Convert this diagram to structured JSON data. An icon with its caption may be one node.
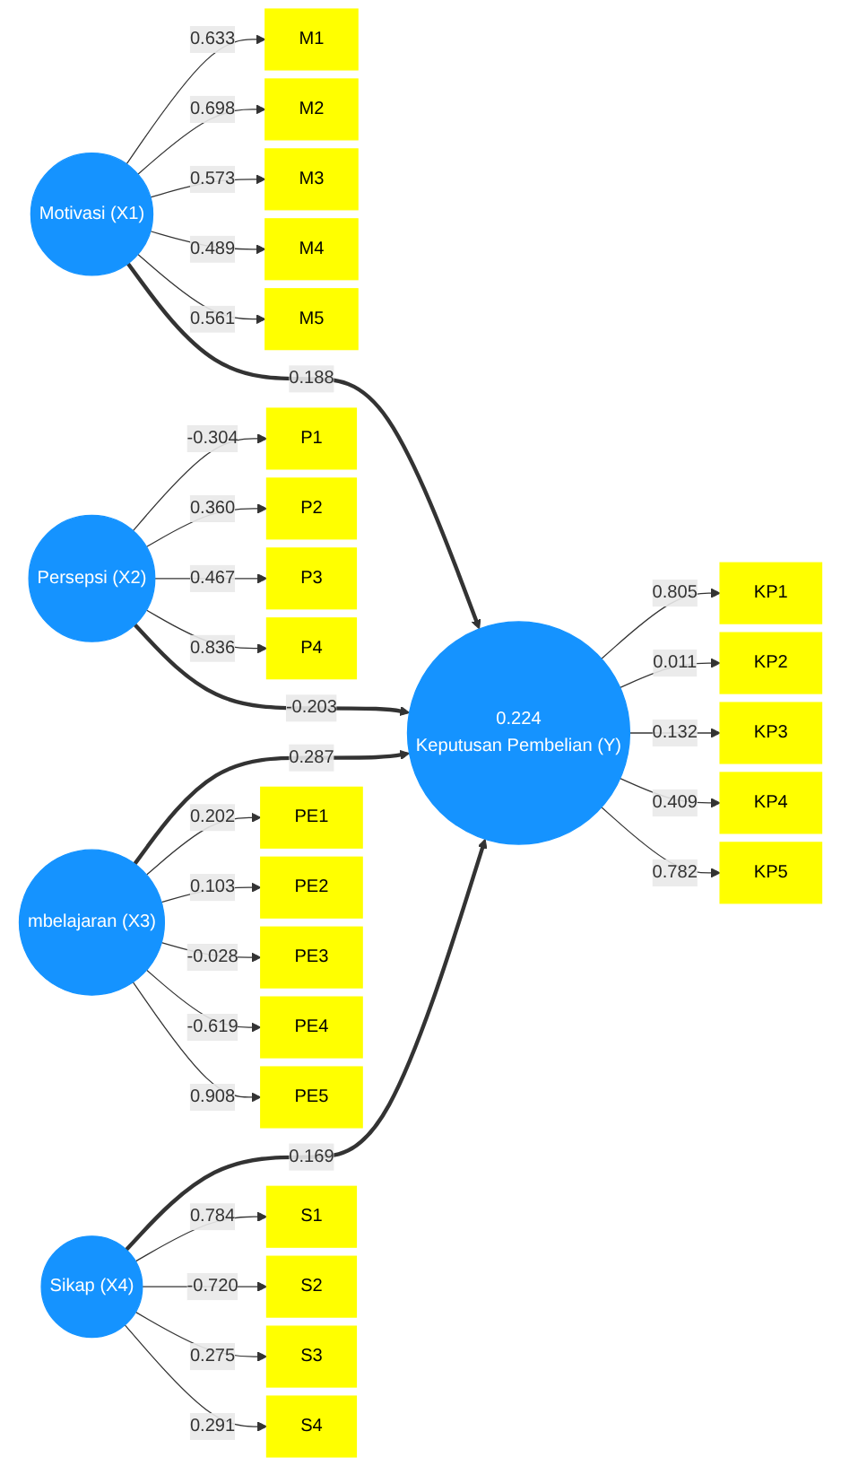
{
  "diagram": {
    "nodes": [
      {
        "text": [
          "M1"
        ]
      },
      {
        "text": [
          "M2"
        ]
      },
      {
        "text": [
          "M3"
        ]
      },
      {
        "text": [
          "M4"
        ]
      },
      {
        "text": [
          "M5"
        ]
      },
      {
        "text": [
          "Motivasi (X1)"
        ]
      },
      {
        "text": [
          "P1"
        ]
      },
      {
        "text": [
          "P2"
        ]
      },
      {
        "text": [
          "P3"
        ]
      },
      {
        "text": [
          "P4"
        ]
      },
      {
        "text": [
          "Persepsi (X2)"
        ]
      },
      {
        "text": [
          "KP1"
        ]
      },
      {
        "text": [
          "KP2"
        ]
      },
      {
        "text": [
          "KP3"
        ]
      },
      {
        "text": [
          "KP4"
        ]
      },
      {
        "text": [
          "KP5"
        ]
      },
      {
        "text": [
          "0.224",
          "Keputusan Pembelian (Y)"
        ]
      },
      {
        "text": [
          "PE1"
        ]
      },
      {
        "text": [
          "PE2"
        ]
      },
      {
        "text": [
          "PE3"
        ]
      },
      {
        "text": [
          "PE4"
        ]
      },
      {
        "text": [
          "PE5"
        ]
      },
      {
        "text": [
          "mbelajaran (X3)"
        ]
      },
      {
        "text": [
          "S1"
        ]
      },
      {
        "text": [
          "S2"
        ]
      },
      {
        "text": [
          "S3"
        ]
      },
      {
        "text": [
          "S4"
        ]
      },
      {
        "text": [
          "Sikap (X4)"
        ]
      }
    ],
    "edges": [
      {
        "from": 5,
        "to": 0,
        "arrow": "to",
        "label": "0.633"
      },
      {
        "from": 5,
        "to": 1,
        "arrow": "to",
        "label": "0.698"
      },
      {
        "from": 5,
        "to": 2,
        "arrow": "to",
        "label": "0.573"
      },
      {
        "from": 5,
        "to": 3,
        "arrow": "to",
        "label": "0.489"
      },
      {
        "from": 5,
        "to": 4,
        "arrow": "to",
        "label": "0.561"
      },
      {
        "from": 10,
        "to": 6,
        "arrow": "to",
        "label": "-0.304"
      },
      {
        "from": 10,
        "to": 7,
        "arrow": "to",
        "label": "0.360"
      },
      {
        "from": 10,
        "to": 8,
        "arrow": "to",
        "label": "0.467"
      },
      {
        "from": 10,
        "to": 9,
        "arrow": "to",
        "label": "0.836"
      },
      {
        "from": 5,
        "to": 16,
        "arrow": "to",
        "label": "0.188",
        "style": "thick"
      },
      {
        "from": 10,
        "to": 16,
        "arrow": "to",
        "label": "-0.203",
        "style": "thick"
      },
      {
        "from": 22,
        "to": 16,
        "arrow": "to",
        "label": "0.287",
        "style": "thick"
      },
      {
        "from": 27,
        "to": 16,
        "arrow": "to",
        "label": "0.169",
        "style": "thick"
      },
      {
        "from": 16,
        "to": 11,
        "arrow": "to",
        "label": "0.805"
      },
      {
        "from": 16,
        "to": 12,
        "arrow": "to",
        "label": "0.011"
      },
      {
        "from": 16,
        "to": 13,
        "arrow": "to",
        "label": "0.132"
      },
      {
        "from": 16,
        "to": 14,
        "arrow": "to",
        "label": "0.409"
      },
      {
        "from": 16,
        "to": 15,
        "arrow": "to",
        "label": "0.782"
      },
      {
        "from": 22,
        "to": 17,
        "arrow": "to",
        "label": "0.202"
      },
      {
        "from": 22,
        "to": 18,
        "arrow": "to",
        "label": "0.103"
      },
      {
        "from": 22,
        "to": 19,
        "arrow": "to",
        "label": "-0.028"
      },
      {
        "from": 22,
        "to": 20,
        "arrow": "to",
        "label": "-0.619"
      },
      {
        "from": 22,
        "to": 21,
        "arrow": "to",
        "label": "0.908"
      },
      {
        "from": 27,
        "to": 23,
        "arrow": "to",
        "label": "0.784"
      },
      {
        "from": 27,
        "to": 24,
        "arrow": "to",
        "label": "-0.720"
      },
      {
        "from": 27,
        "to": 25,
        "arrow": "to",
        "label": "0.275"
      },
      {
        "from": 27,
        "to": 26,
        "arrow": "to",
        "label": "0.291"
      }
    ]
  }
}
